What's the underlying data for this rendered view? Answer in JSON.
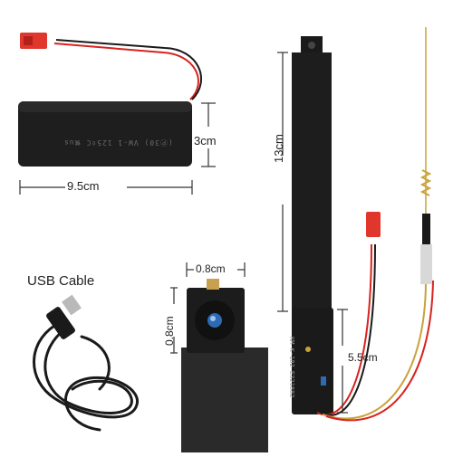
{
  "labels": {
    "usb_cable": "USB Cable",
    "battery_width": "9.5cm",
    "battery_height": "3cm",
    "strap_length": "13cm",
    "lens_width": "0.8cm",
    "lens_height": "0.8cm",
    "board_height": "5.5cm"
  },
  "printed": {
    "battery_marking": "(Ⓟ30) VW-1 125ºC 𝕽us",
    "board_marking": "KM K-102 E321882"
  },
  "colors": {
    "background": "#ffffff",
    "product_black": "#1c1c1c",
    "wire_red": "#d8231f",
    "connector_red": "#e0362c",
    "antenna_gold": "#c9a23a",
    "dimension_line": "#333333"
  }
}
